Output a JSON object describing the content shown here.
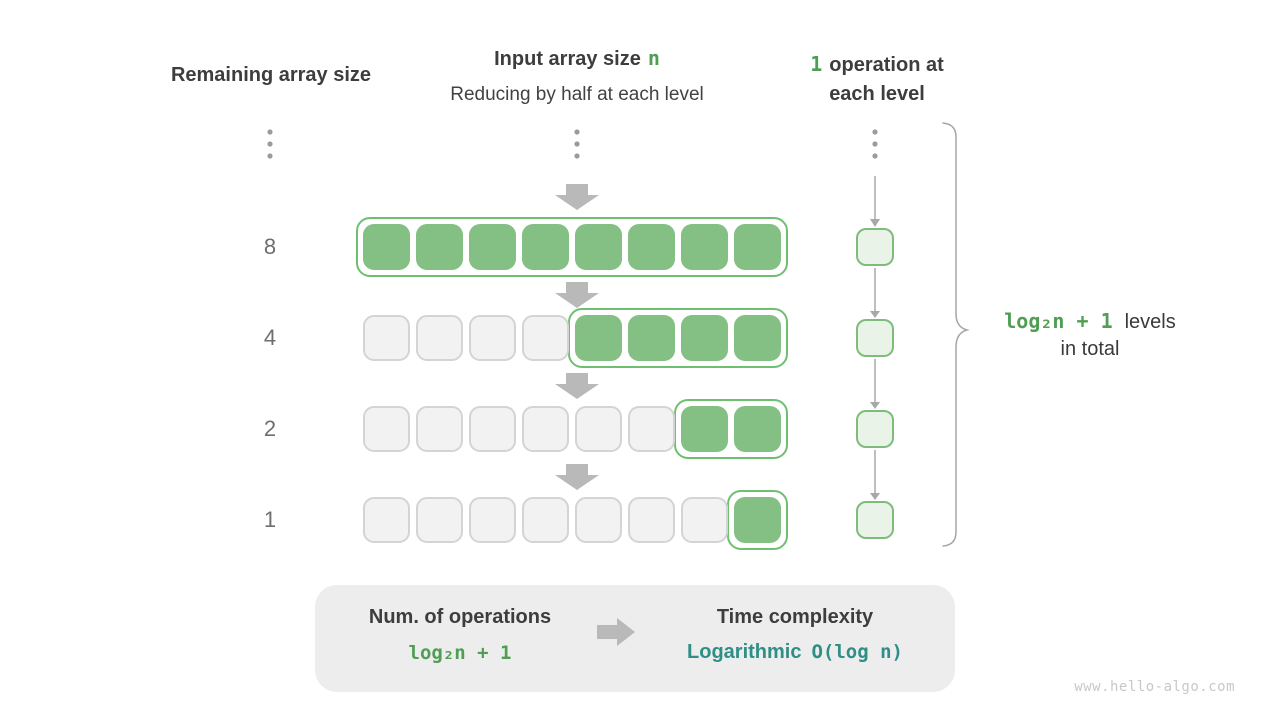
{
  "colors": {
    "green_fill": "#84c084",
    "green_border": "#6fbf72",
    "green_text": "#4f9e53",
    "light_green_fill": "#eaf3e8",
    "light_green_border": "#7fbc7b",
    "gray_cell_fill": "#f2f2f2",
    "gray_cell_border": "#d4d4d4",
    "dark_text": "#3d3d3d",
    "muted_text": "#6e6e6e",
    "arrow_gray": "#b9b9b9",
    "teal_text": "#2f8e85",
    "summary_bg": "#ededed"
  },
  "headers": {
    "left_title": "Remaining array size",
    "center_title": "Input array size",
    "center_title_highlight": "n",
    "center_subtitle": "Reducing by half at each level",
    "right_highlight": "1",
    "right_title_rest": "operation at",
    "right_title_line2": "each level"
  },
  "rows": [
    {
      "size_label": "8",
      "cells_total": 8,
      "cells_active": 8
    },
    {
      "size_label": "4",
      "cells_total": 8,
      "cells_active": 4
    },
    {
      "size_label": "2",
      "cells_total": 8,
      "cells_active": 2
    },
    {
      "size_label": "1",
      "cells_total": 8,
      "cells_active": 1
    }
  ],
  "levels_annotation": {
    "formula": "log₂n + 1",
    "label_line1": "levels",
    "label_line2": "in total"
  },
  "summary": {
    "operations_title": "Num. of operations",
    "operations_formula": "log₂n + 1",
    "complexity_title": "Time complexity",
    "complexity_name": "Logarithmic",
    "complexity_notation": "O(log n)"
  },
  "watermark": "www.hello-algo.com",
  "icons": {
    "down_block_arrow": "solid gray arrow pointing down between levels",
    "right_block_arrow": "solid gray arrow pointing right in summary box",
    "vertical_ellipsis": "three gray dots meaning continued levels above",
    "brace": "right curly brace grouping all levels"
  }
}
